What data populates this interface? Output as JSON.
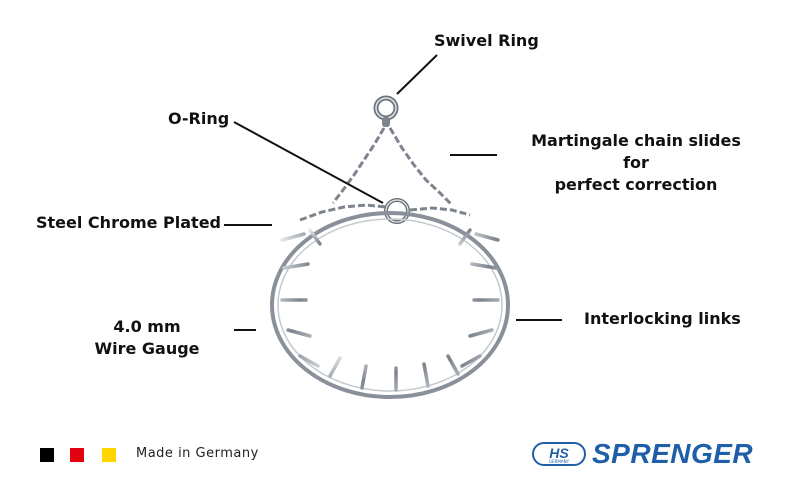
{
  "labels": {
    "swivel_ring": "Swivel Ring",
    "o_ring": "O-Ring",
    "martingale_line1": "Martingale chain slides for",
    "martingale_line2": "perfect correction",
    "steel_chrome": "Steel Chrome Plated",
    "wire_gauge_line1": "4.0 mm",
    "wire_gauge_line2": "Wire Gauge",
    "interlocking": "Interlocking links"
  },
  "footer": {
    "made_in": "Made in Germany",
    "brand": "SPRENGER",
    "badge": "HS",
    "badge_sub": "GERMANY",
    "flag_colors": [
      "#000000",
      "#e3000f",
      "#ffd500"
    ]
  },
  "colors": {
    "brand_blue": "#1f5fa8",
    "chrome": "#8a9099"
  },
  "icons": {
    "product": "prong-collar-image",
    "flag": "germany-flag-squares"
  }
}
